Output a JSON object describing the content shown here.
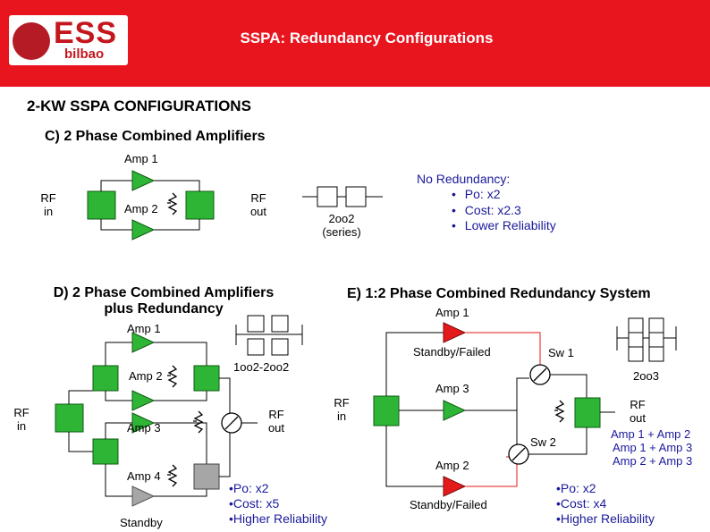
{
  "header": {
    "title": "SSPA: Redundancy Configurations",
    "logo_text": "ESS",
    "logo_subtext": "bilbao"
  },
  "main_title": "2-KW SSPA CONFIGURATIONS",
  "section_c": {
    "title": "C) 2 Phase Combined Amplifiers",
    "amp1": "Amp 1",
    "amp2": "Amp 2",
    "rf_in": "RF\nin",
    "rf_out": "RF\nout",
    "series_label": "2oo2\n(series)",
    "notes_title": "No Redundancy:",
    "notes": [
      "Po: x2",
      "Cost: x2.3",
      "Lower Reliability"
    ]
  },
  "section_d": {
    "title": "D) 2 Phase Combined Amplifiers\nplus Redundancy",
    "amp1": "Amp 1",
    "amp2": "Amp 2",
    "amp3": "Amp 3",
    "amp4": "Amp 4",
    "standby": "Standby",
    "rf_in": "RF\nin",
    "rf_out": "RF\nout",
    "redundancy_label": "1oo2-2oo2",
    "notes": [
      "•Po: x2",
      "•Cost: x5",
      "•Higher Reliability"
    ]
  },
  "section_e": {
    "title": "E) 1:2 Phase Combined Redundancy System",
    "amp1": "Amp 1",
    "amp2": "Amp 2",
    "amp3": "Amp 3",
    "standby_failed_top": "Standby/Failed",
    "standby_failed_bottom": "Standby/Failed",
    "sw1": "Sw 1",
    "sw2": "Sw 2",
    "rf_in": "RF\nin",
    "rf_out": "RF\nout",
    "redundancy_label": "2oo3",
    "combos": [
      "Amp 1 + Amp 2",
      "Amp 1 + Amp 3",
      "Amp 2 + Amp 3"
    ],
    "notes": [
      "•Po: x2",
      "•Cost: x4",
      "•Higher Reliability"
    ]
  },
  "colors": {
    "header": "#e8141e",
    "amp_green": "#2fb536",
    "failed_red": "#e41a1a",
    "standby_gray": "#a6a6a6",
    "note_blue": "#1a1a9a"
  }
}
